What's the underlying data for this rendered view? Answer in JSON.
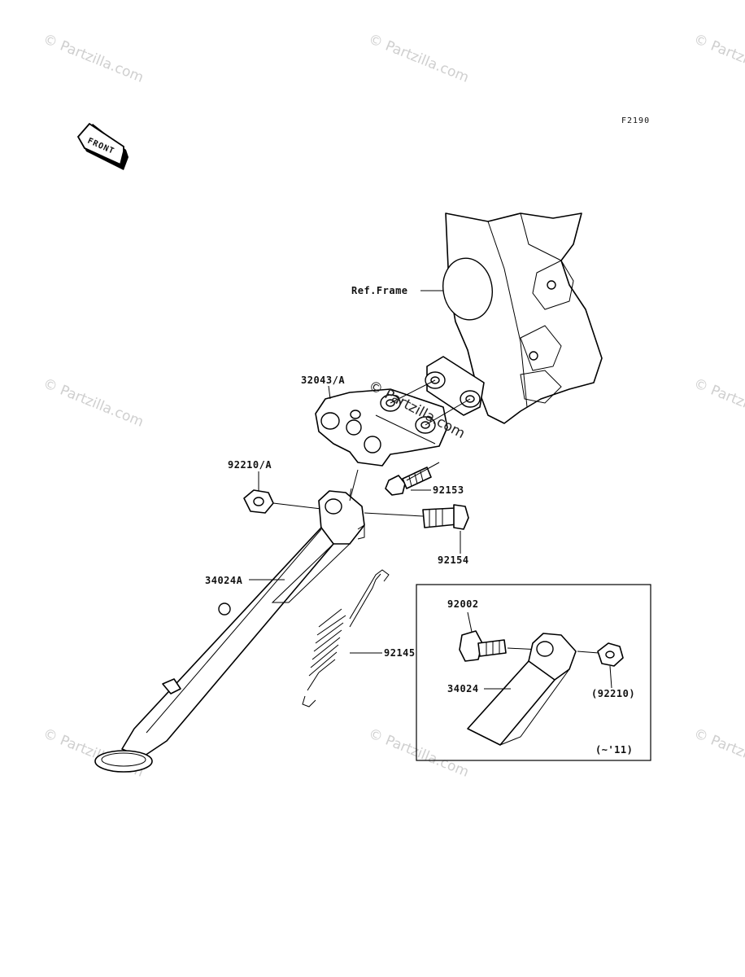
{
  "diagram_code": "F2190",
  "front_badge": "FRONT",
  "watermark": "© Partzilla.com",
  "labels": {
    "ref_frame": "Ref.Frame",
    "bracket": "32043/A",
    "nut_a": "92210/A",
    "bolt_92153": "92153",
    "bolt_92154": "92154",
    "stand_a": "34024A",
    "spring": "92145",
    "inset_bolt": "92002",
    "inset_stand": "34024",
    "inset_nut": "(92210)",
    "inset_year": "(~'11)"
  }
}
